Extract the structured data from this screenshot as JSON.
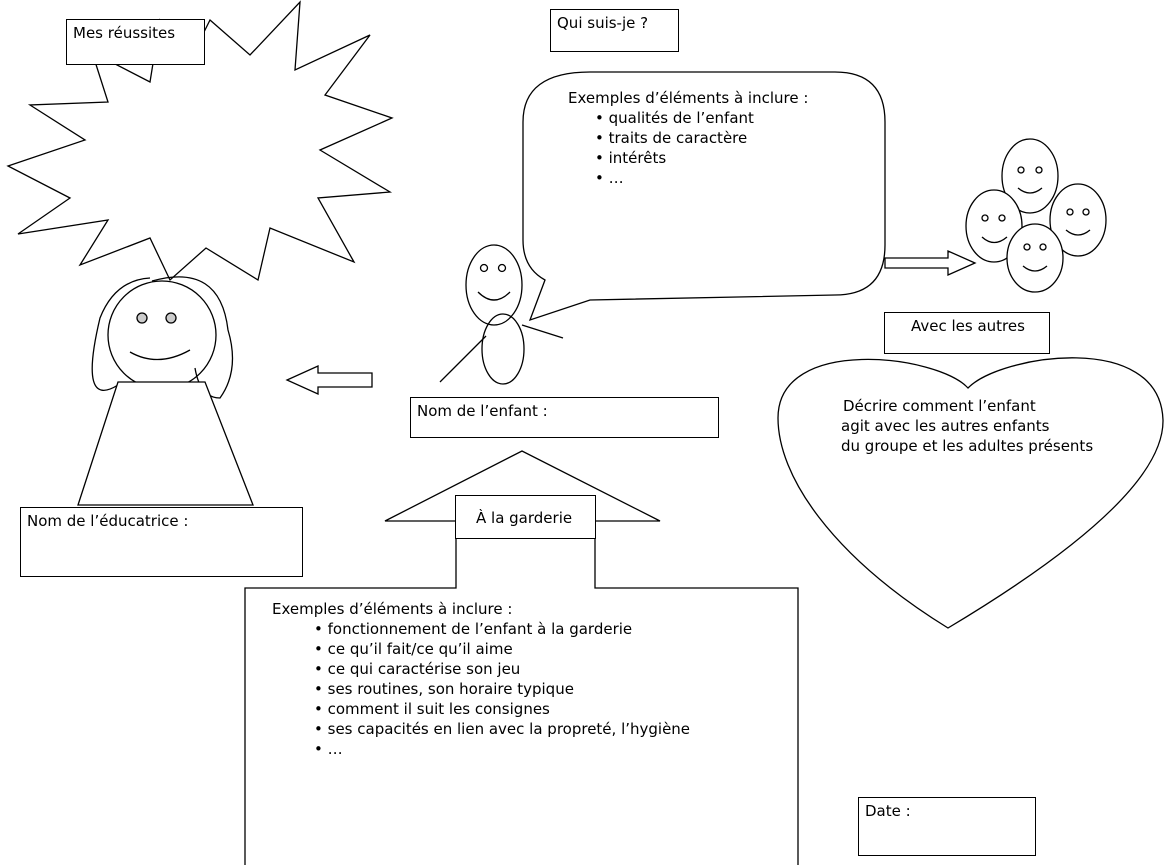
{
  "labels": {
    "reussites": "Mes réussites",
    "qui_suis_je": "Qui suis-je ?",
    "nom_enfant": "Nom de l’enfant :",
    "nom_educatrice": "Nom de l’éducatrice :",
    "garderie": "À la garderie",
    "avec_autres": "Avec les autres",
    "date": "Date :"
  },
  "qui_bubble": {
    "intro": "Exemples d’éléments à inclure :",
    "items": [
      "qualités de l’enfant",
      "traits de caractère",
      "intérêts",
      "…"
    ]
  },
  "garderie_box": {
    "intro": "Exemples d’éléments à inclure :",
    "items": [
      "fonctionnement de l’enfant à la garderie",
      "ce qu’il fait/ce qu’il aime",
      "ce qui caractérise son jeu",
      "ses routines, son horaire typique",
      "comment il suit les consignes",
      "ses capacités en lien avec la propreté, l’hygiène",
      "…"
    ]
  },
  "heart": {
    "lines": [
      "Décrire comment l’enfant",
      "agit avec les autres enfants",
      "du groupe et les adultes présents"
    ]
  }
}
